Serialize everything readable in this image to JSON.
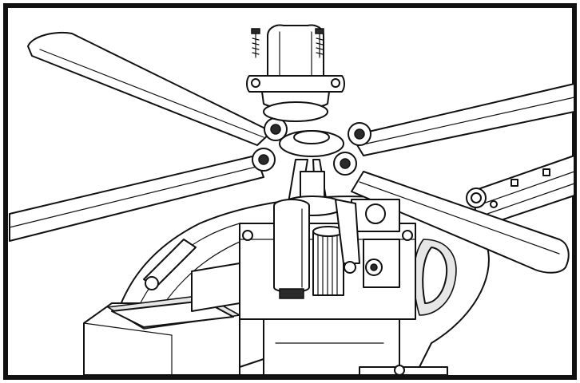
{
  "figure": {
    "frame_color": "#111111",
    "background": "#ffffff",
    "icons": [
      "rotor-head-cap",
      "screw-icon",
      "screw-icon",
      "rotor-blade",
      "rotor-blade",
      "rotor-blade",
      "rotor-blade",
      "motor",
      "main-gear"
    ]
  }
}
